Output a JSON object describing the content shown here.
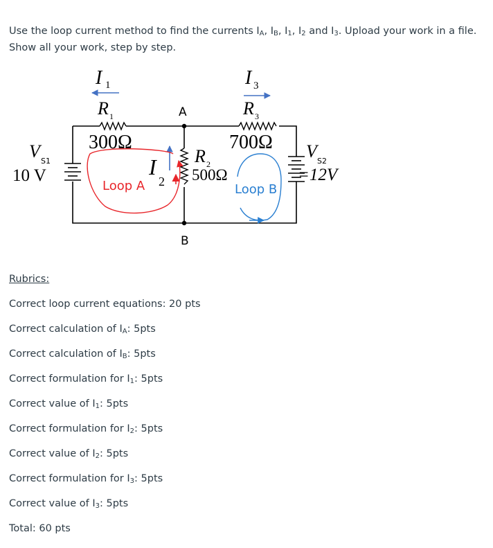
{
  "question": {
    "line1_parts": [
      "Use the loop current method to find the currents I",
      "A",
      ", I",
      "B",
      ", I",
      "1",
      ", I",
      "2",
      " and I",
      "3",
      ".  Upload your work in a file."
    ],
    "line2": "Show all your work, step by step."
  },
  "circuit": {
    "node_a": "A",
    "node_b": "B",
    "r1": {
      "symbol": "R",
      "sub": "1",
      "value": "300Ω"
    },
    "r2": {
      "symbol": "R",
      "sub": "2",
      "value": "500Ω"
    },
    "r3": {
      "symbol": "R",
      "sub": "3",
      "value": "700Ω"
    },
    "vs1": {
      "symbol": "V",
      "sub": "S1",
      "value": "10 V"
    },
    "vs2": {
      "symbol": "V",
      "sub": "S2",
      "value": "=12V"
    },
    "i1": {
      "symbol": "I",
      "sub": "1"
    },
    "i2": {
      "symbol": "I",
      "sub": "2"
    },
    "i3": {
      "symbol": "I",
      "sub": "3"
    },
    "loop_a": "Loop A",
    "loop_b": "Loop B",
    "colors": {
      "wire": "#000000",
      "arrow": "#4472c4",
      "loop_a": "#e8262b",
      "loop_b": "#2a7fd1",
      "loop_a_label": "#e8262b",
      "loop_b_label": "#2a7fd1"
    }
  },
  "rubrics": {
    "heading": "Rubrics:",
    "items": [
      [
        "Correct loop current equations: 20 pts"
      ],
      [
        "Correct calculation of I",
        "A",
        ": 5pts"
      ],
      [
        "Correct calculation of I",
        "B",
        ": 5pts"
      ],
      [
        "Correct formulation for I",
        "1",
        ": 5pts"
      ],
      [
        "Correct value of I",
        "1",
        ": 5pts"
      ],
      [
        "Correct formulation for I",
        "2",
        ": 5pts"
      ],
      [
        "Correct value of I",
        "2",
        ": 5pts"
      ],
      [
        "Correct formulation for I",
        "3",
        ": 5pts"
      ],
      [
        "Correct value of I",
        "3",
        ": 5pts"
      ]
    ],
    "total": "Total: 60 pts"
  }
}
